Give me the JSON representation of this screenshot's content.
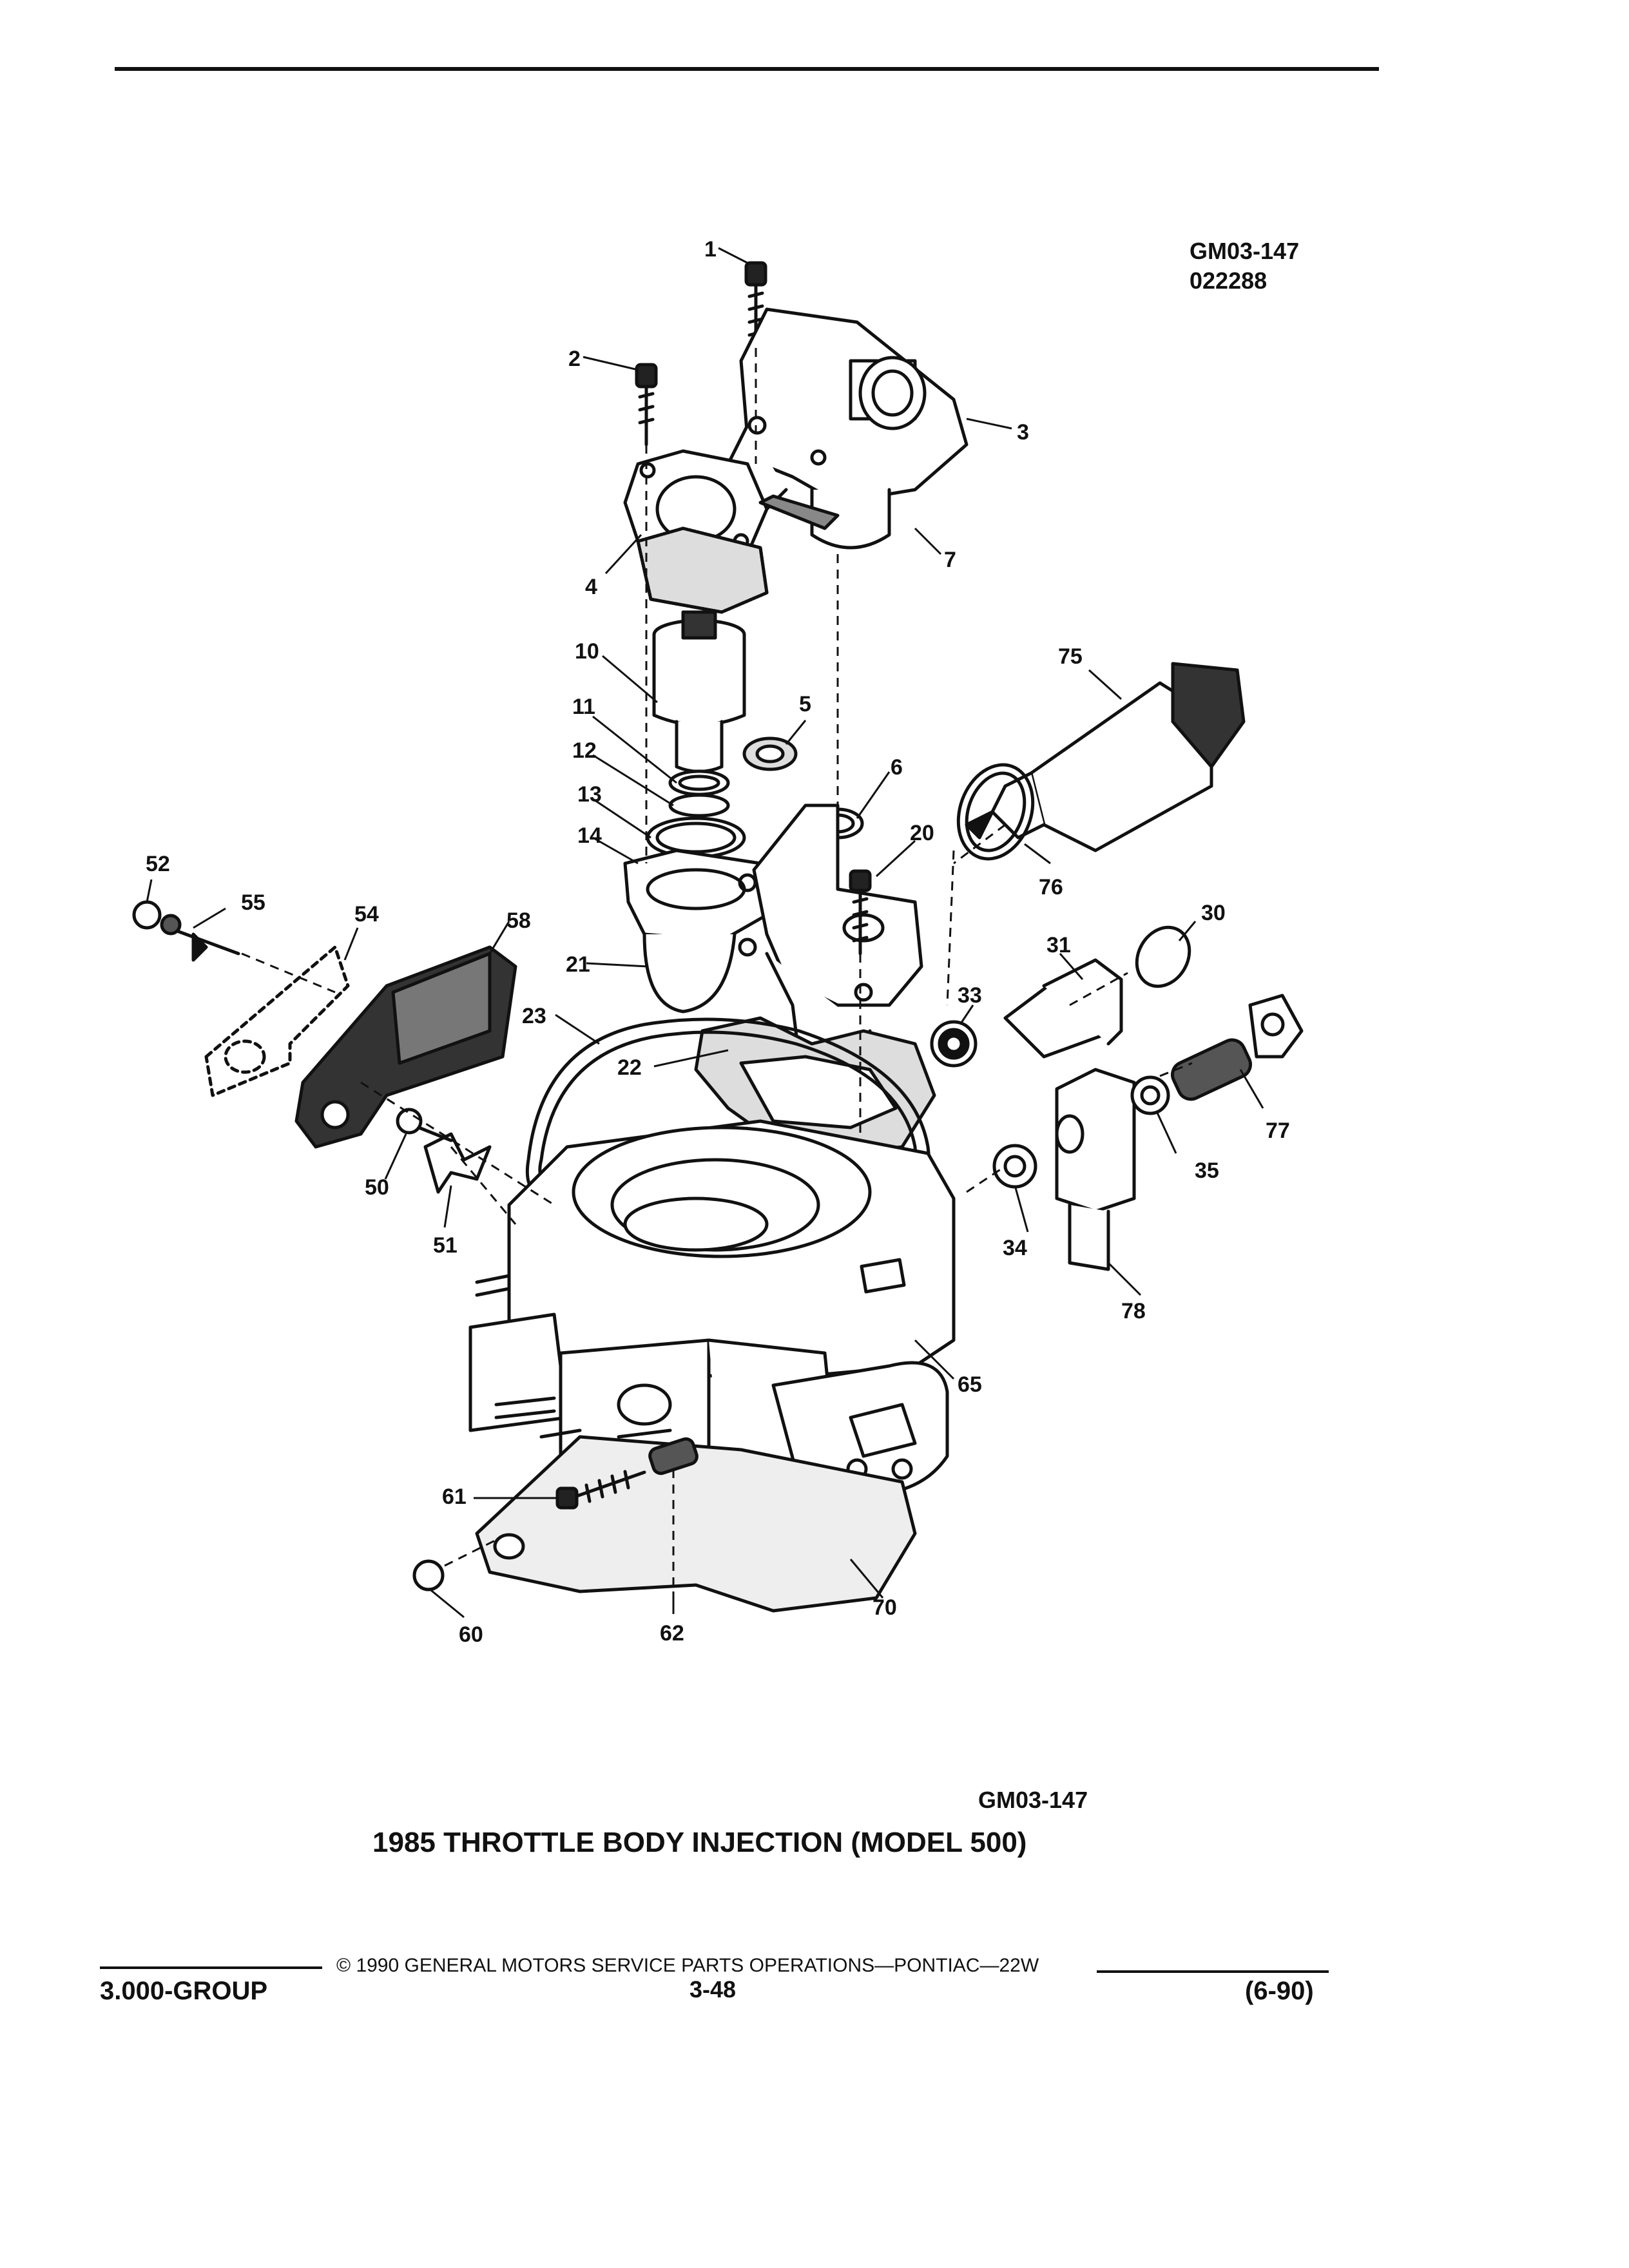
{
  "header": {
    "figure_code": "GM03-147",
    "date_code": "022288"
  },
  "diagram": {
    "part_labels": [
      "1",
      "2",
      "3",
      "4",
      "5",
      "6",
      "7",
      "10",
      "11",
      "12",
      "13",
      "14",
      "20",
      "21",
      "22",
      "23",
      "30",
      "31",
      "33",
      "34",
      "35",
      "50",
      "51",
      "52",
      "54",
      "55",
      "58",
      "60",
      "61",
      "62",
      "65",
      "70",
      "75",
      "76",
      "77",
      "78"
    ]
  },
  "caption": {
    "figure_code": "GM03-147",
    "title": "1985 THROTTLE BODY INJECTION (MODEL 500)"
  },
  "footer": {
    "copyright": "© 1990 GENERAL MOTORS SERVICE PARTS OPERATIONS—PONTIAC—22W",
    "group": "3.000-GROUP",
    "page_number": "3-48",
    "revision": "(6-90)"
  }
}
